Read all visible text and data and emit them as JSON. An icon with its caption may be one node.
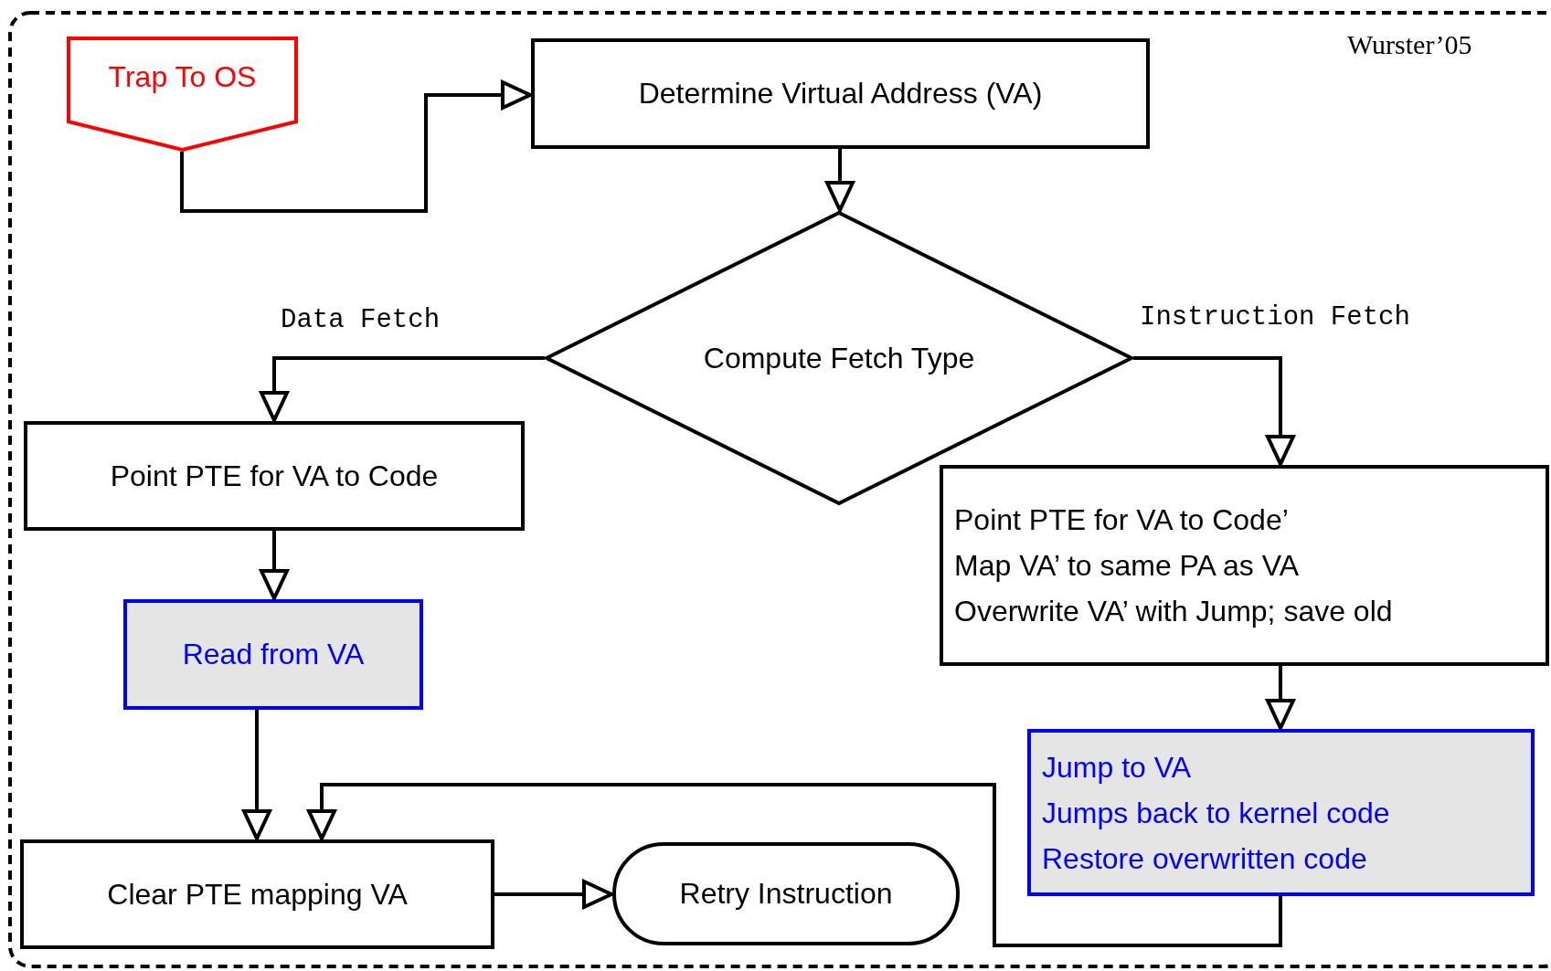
{
  "diagram": {
    "nodes": [
      {
        "text": [
          "Trap To OS"
        ]
      },
      {
        "text": [
          "Determine Virtual Address (VA)"
        ]
      },
      {
        "text": [
          "Compute Fetch Type"
        ]
      },
      {
        "text": [
          "Point PTE for VA to Code"
        ]
      },
      {
        "text": [
          "Read from VA"
        ]
      },
      {
        "text": [
          "Point PTE for VA to Code’",
          "Map VA’ to same PA as VA",
          "Overwrite VA’ with Jump; save old"
        ]
      },
      {
        "text": [
          "Jump to VA",
          "Jumps back to kernel code",
          "Restore overwritten code"
        ]
      },
      {
        "text": [
          "Clear PTE mapping VA"
        ]
      },
      {
        "text": [
          "Retry Instruction"
        ]
      }
    ],
    "edges": [
      {
        "from": 0,
        "to": 1,
        "arrow": "to"
      },
      {
        "from": 1,
        "to": 2,
        "arrow": "to"
      },
      {
        "from": 2,
        "to": 3,
        "arrow": "to",
        "label": "Data Fetch"
      },
      {
        "from": 2,
        "to": 5,
        "arrow": "to",
        "label": "Instruction Fetch"
      },
      {
        "from": 3,
        "to": 4,
        "arrow": "to"
      },
      {
        "from": 4,
        "to": 7,
        "arrow": "to"
      },
      {
        "from": 5,
        "to": 6,
        "arrow": "to"
      },
      {
        "from": 6,
        "to": 7,
        "arrow": "to"
      },
      {
        "from": 7,
        "to": 8,
        "arrow": "to"
      }
    ],
    "labels": [
      "Wurster’05"
    ]
  }
}
